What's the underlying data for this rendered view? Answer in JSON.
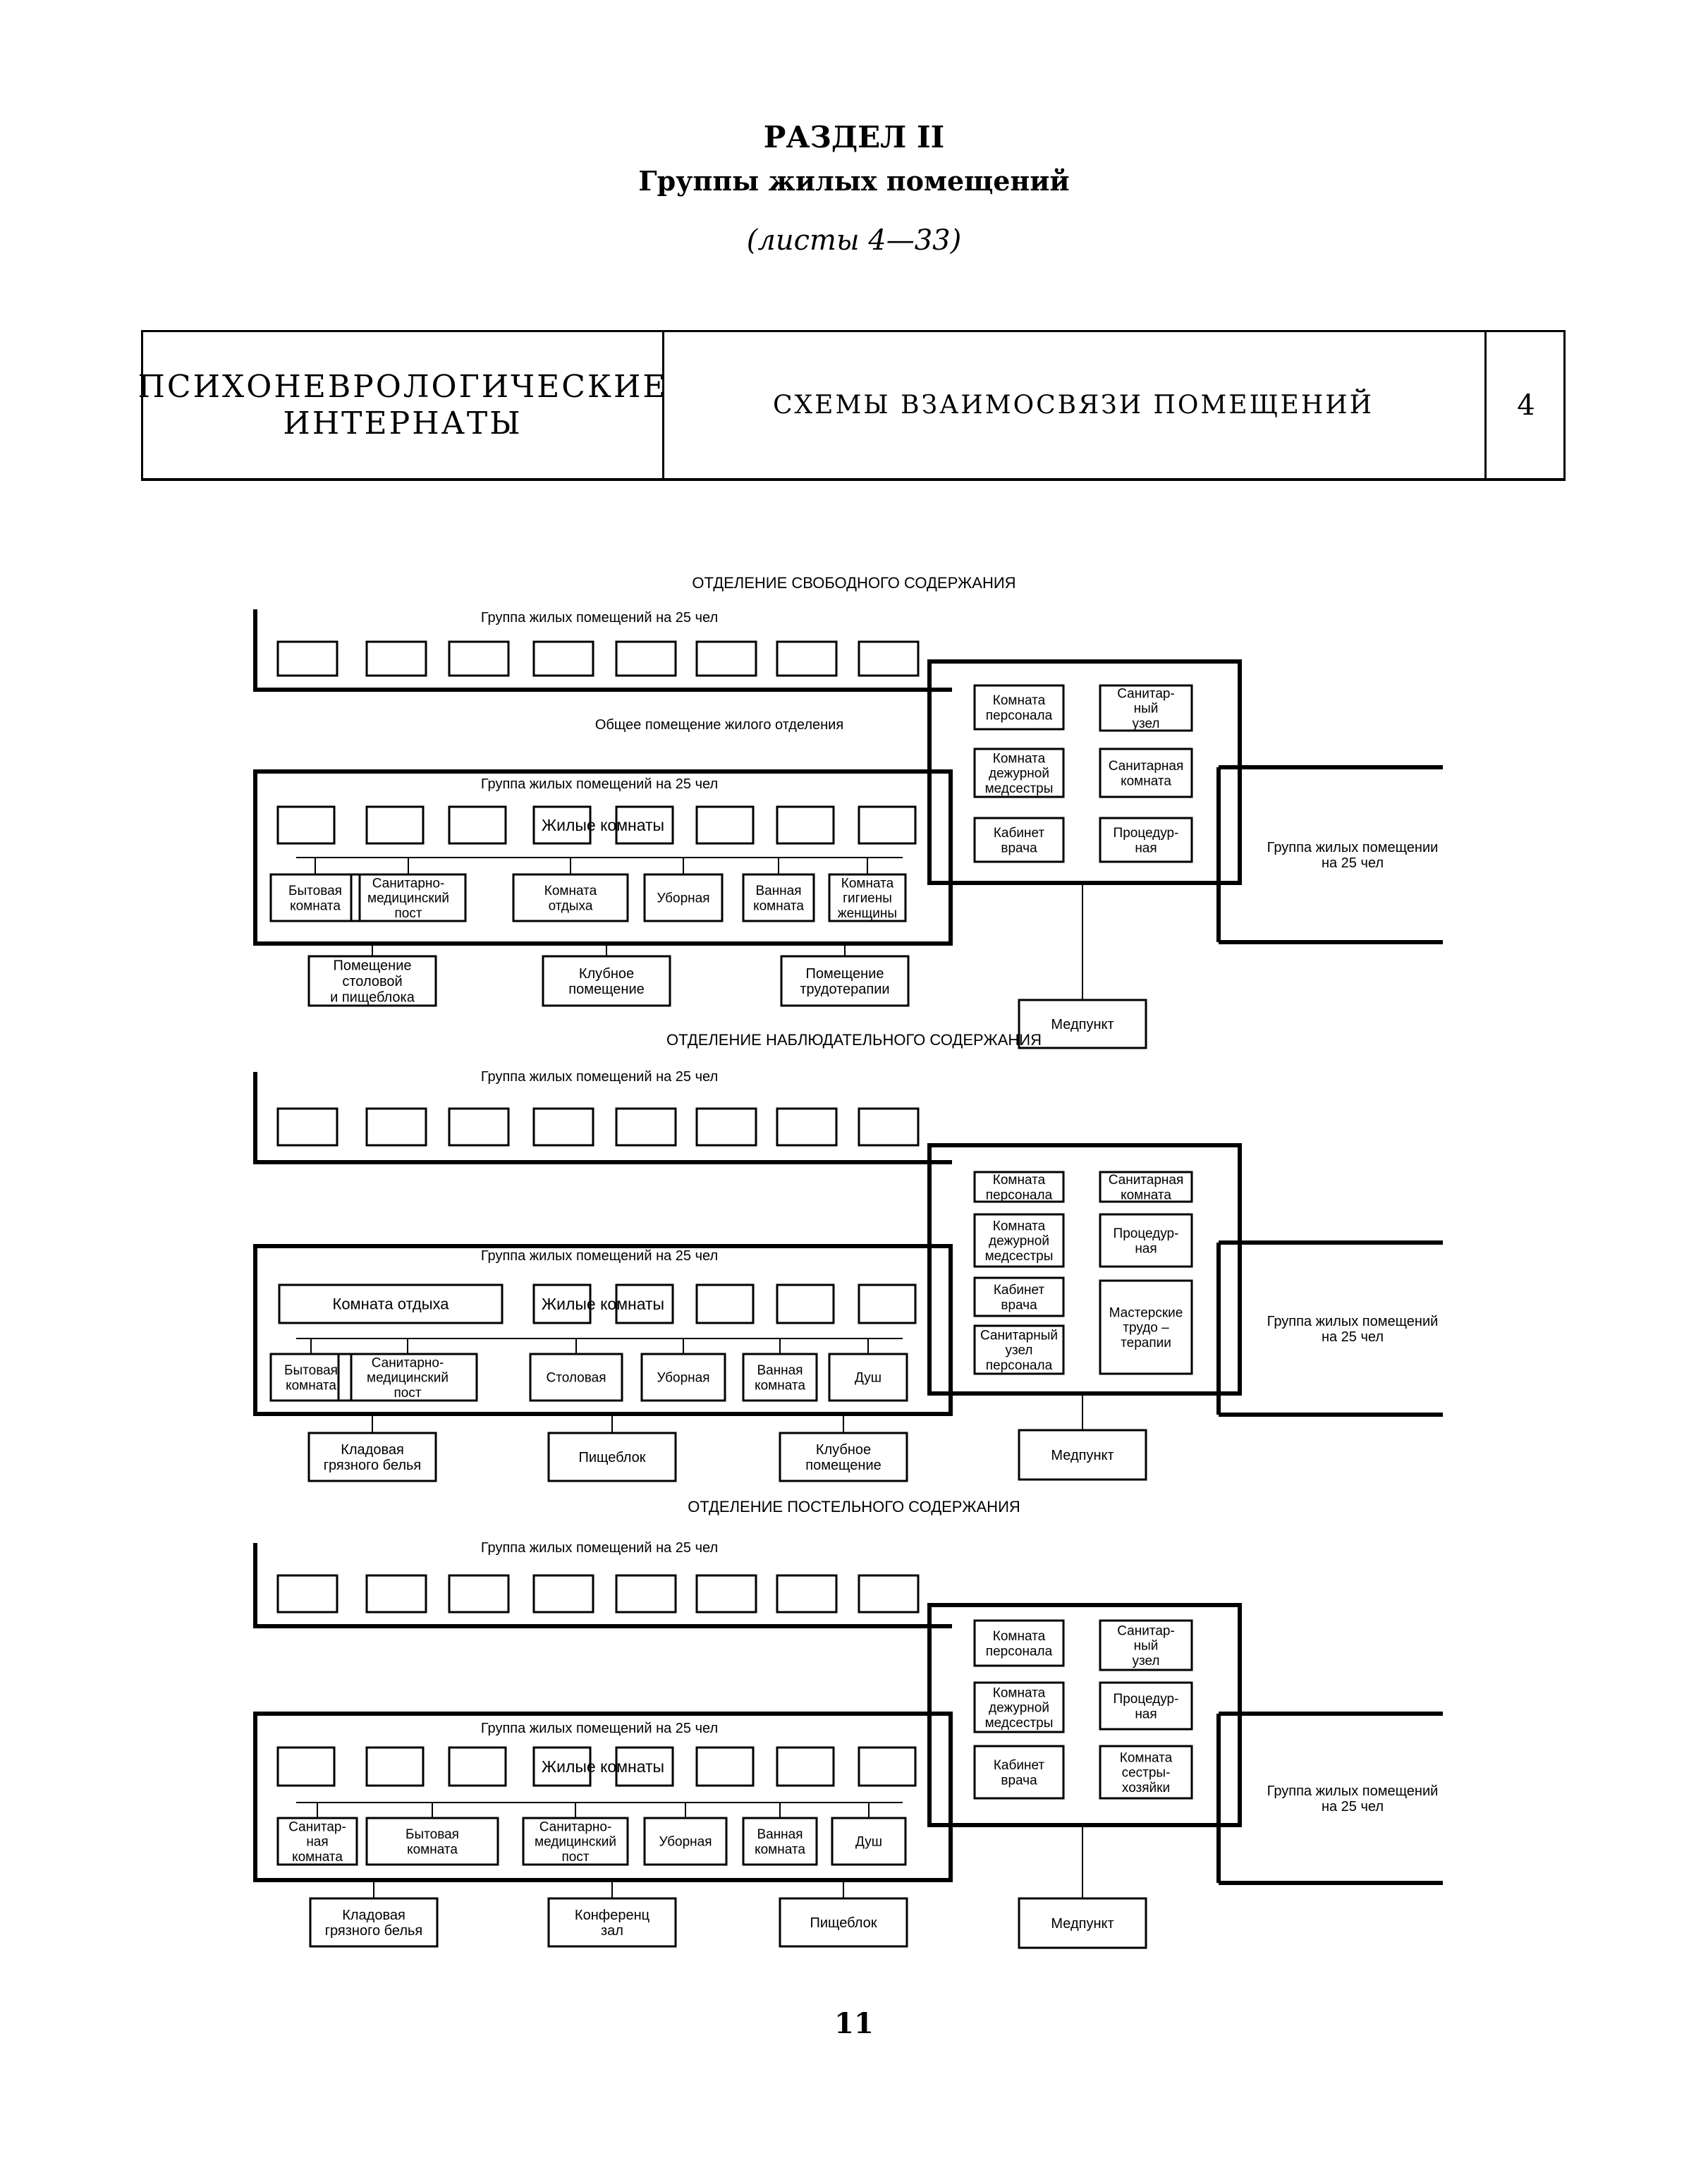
{
  "heading": {
    "section": "РАЗДЕЛ II",
    "subtitle": "Группы жилых помещений",
    "sheets": "(листы 4—33)"
  },
  "header_table": {
    "title_line1": "ПСИХОНЕВРОЛОГИЧЕСКИЕ",
    "title_line2": "ИНТЕРНАТЫ",
    "subject": "СХЕМЫ ВЗАИМОСВЯЗИ ПОМЕЩЕНИЙ",
    "sheet_no": "4"
  },
  "page_number": "11",
  "sections": [
    {
      "title": "ОТДЕЛЕНИЕ   СВОБОДНОГО   СОДЕРЖАНИЯ",
      "upper_group": "Группа жилых помещений на 25 чел",
      "common_room": "Общее помещение жилого отделения",
      "lower_group": "Группа жилых помещений на 25 чел",
      "rest_room": "",
      "living_rooms": "Жилые комнаты",
      "service_rooms": [
        [
          "Бытовая",
          "комната"
        ],
        [
          "Санитарно-",
          "медицинский",
          "пост"
        ],
        [
          "Комната",
          "отдыха"
        ],
        [
          "Уборная"
        ],
        [
          "Ванная",
          "комната"
        ],
        [
          "Комната",
          "гигиены",
          "женщины"
        ]
      ],
      "staff_rooms": [
        [
          "Комната",
          "персонала"
        ],
        [
          "Санитар-",
          "ный",
          "узел"
        ],
        [
          "Комната",
          "дежурной",
          "медсестры"
        ],
        [
          "Санитарная",
          "комната"
        ],
        [
          "Кабинет",
          "врача"
        ],
        [
          "Процедур-",
          "ная"
        ]
      ],
      "right_group": [
        "Группа жилых помещении",
        "на 25 чел"
      ],
      "bottom_rooms": [
        [
          "Помещение",
          "столовой",
          "и пищеблока"
        ],
        [
          "Клубное",
          "помещение"
        ],
        [
          "Помещение",
          "трудотерапии"
        ]
      ],
      "medpost": "Медпункт"
    },
    {
      "title": "ОТДЕЛЕНИЕ  НАБЛЮДАТЕЛЬНОГО  СОДЕРЖАНИЯ",
      "upper_group": "Группа жилых помещений на 25 чел",
      "common_room": "",
      "lower_group": "Группа жилых помещений на 25 чел",
      "rest_room": "Комната отдыха",
      "living_rooms": "Жилые комнаты",
      "service_rooms": [
        [
          "Бытовая",
          "комната"
        ],
        [
          "Санитарно-",
          "медицинский",
          "пост"
        ],
        [
          "Столовая"
        ],
        [
          "Уборная"
        ],
        [
          "Ванная",
          "комната"
        ],
        [
          "Душ"
        ]
      ],
      "staff_rooms": [
        [
          "Комната",
          "персонала"
        ],
        [
          "Санитарная",
          "комната"
        ],
        [
          "Комната",
          "дежурной",
          "медсестры"
        ],
        [
          "Процедур-",
          "ная"
        ],
        [
          "Кабинет",
          "врача"
        ],
        [
          "Санитарный",
          "узел",
          "персонала"
        ],
        [
          "Мастерские",
          "трудо –",
          "терапии"
        ]
      ],
      "right_group": [
        "Группа жилых помещений",
        "на 25 чел"
      ],
      "bottom_rooms": [
        [
          "Кладовая",
          "грязного белья"
        ],
        [
          "Пищеблок"
        ],
        [
          "Клубное",
          "помещение"
        ]
      ],
      "medpost": "Медпункт"
    },
    {
      "title": "ОТДЕЛЕНИЕ   ПОСТЕЛЬНОГО  СОДЕРЖАНИЯ",
      "upper_group": "Группа жилых помещений на 25 чел",
      "common_room": "",
      "lower_group": "Группа жилых помещений на 25 чел",
      "rest_room": "",
      "living_rooms": "Жилые комнаты",
      "service_rooms": [
        [
          "Санитар-",
          "ная",
          "комната"
        ],
        [
          "Бытовая",
          "комната"
        ],
        [
          "Санитарно-",
          "медицинский",
          "пост"
        ],
        [
          "Уборная"
        ],
        [
          "Ванная",
          "комната"
        ],
        [
          "Душ"
        ]
      ],
      "staff_rooms": [
        [
          "Комната",
          "персонала"
        ],
        [
          "Санитар-",
          "ный",
          "узел"
        ],
        [
          "Комната",
          "дежурной",
          "медсестры"
        ],
        [
          "Процедур-",
          "ная"
        ],
        [
          "Кабинет",
          "врача"
        ],
        [
          "Комната",
          "сестры-",
          "хозяйки"
        ]
      ],
      "right_group": [
        "Группа жилых помещений",
        "на 25 чел"
      ],
      "bottom_rooms": [
        [
          "Кладовая",
          "грязного белья"
        ],
        [
          "Конференц",
          "зал"
        ],
        [
          "Пищеблок"
        ]
      ],
      "medpost": "Медпункт"
    }
  ]
}
